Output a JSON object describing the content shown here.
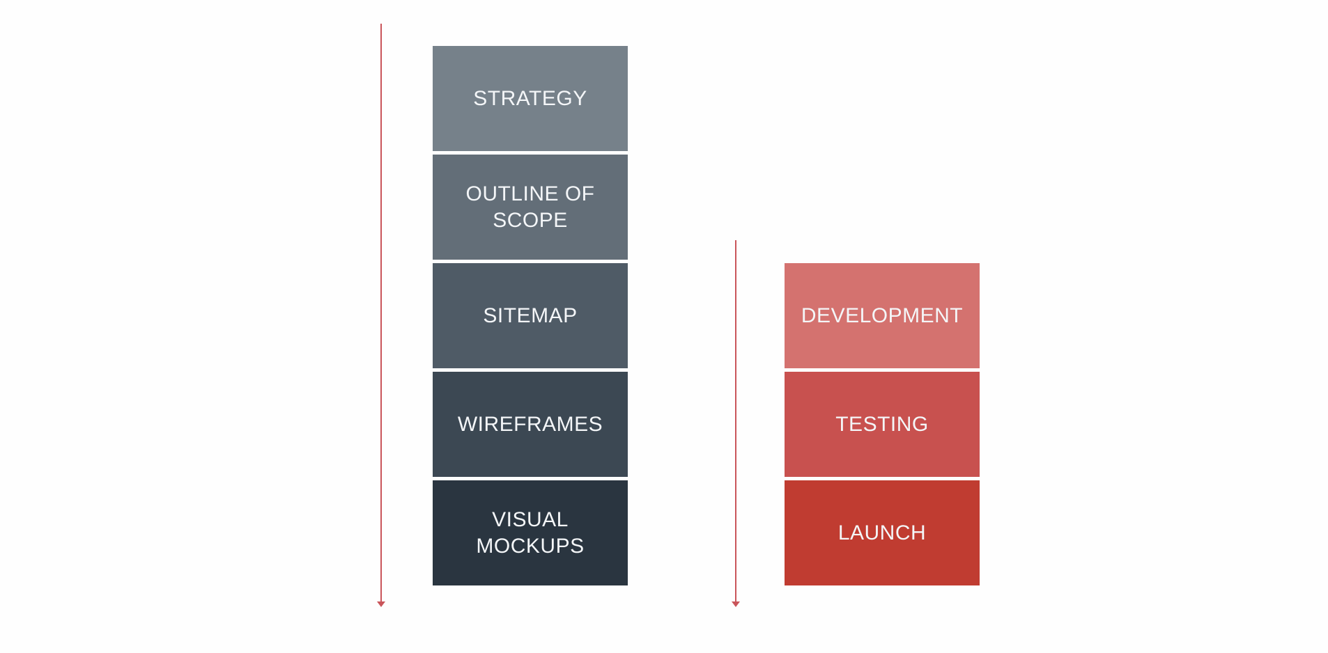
{
  "left_stack": {
    "steps": [
      {
        "label": "STRATEGY",
        "color": "#76818a"
      },
      {
        "label": "OUTLINE OF\nSCOPE",
        "color": "#636e78"
      },
      {
        "label": "SITEMAP",
        "color": "#4f5b66"
      },
      {
        "label": "WIREFRAMES",
        "color": "#3c4853"
      },
      {
        "label": "VISUAL\nMOCKUPS",
        "color": "#2a3540"
      }
    ]
  },
  "right_stack": {
    "steps": [
      {
        "label": "DEVELOPMENT",
        "color": "#d4726f"
      },
      {
        "label": "TESTING",
        "color": "#c8514f"
      },
      {
        "label": "LAUNCH",
        "color": "#c03c31"
      }
    ]
  },
  "arrow_color": "#c9555a"
}
